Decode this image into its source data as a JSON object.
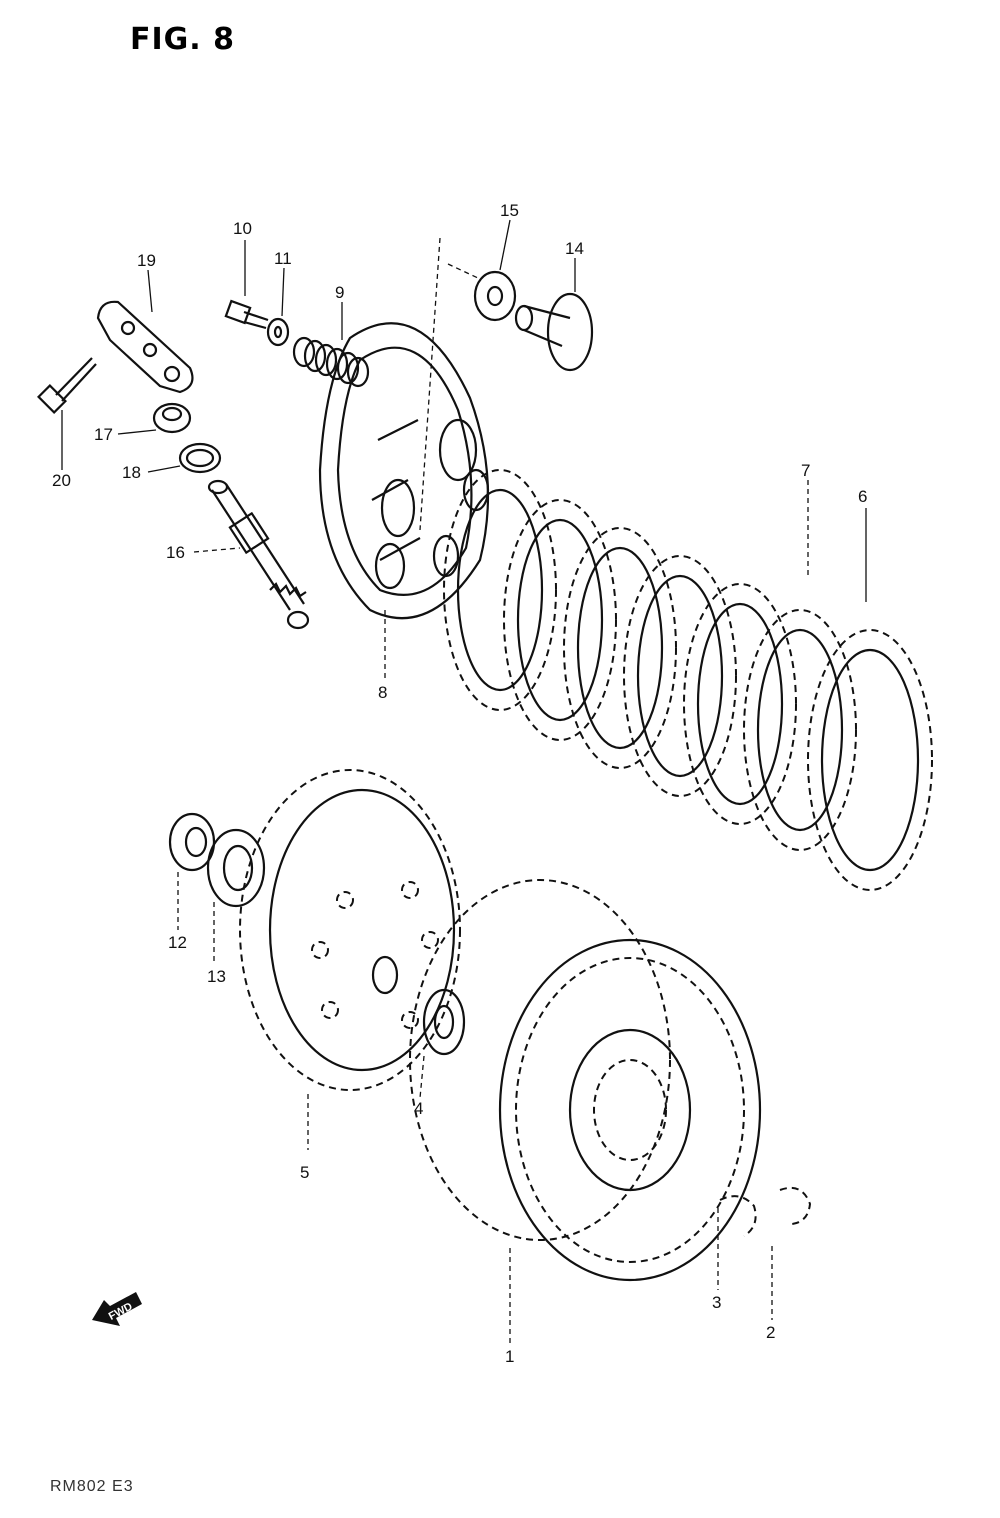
{
  "figure": {
    "title": "FIG. 8",
    "code": "RM802 E3"
  },
  "callouts": [
    "1",
    "2",
    "3",
    "4",
    "5",
    "6",
    "7",
    "8",
    "9",
    "10",
    "11",
    "12",
    "13",
    "14",
    "15",
    "16",
    "17",
    "18",
    "19",
    "20"
  ],
  "direction_marker": {
    "text": "FWD",
    "icon": "fwd-arrow-icon"
  }
}
